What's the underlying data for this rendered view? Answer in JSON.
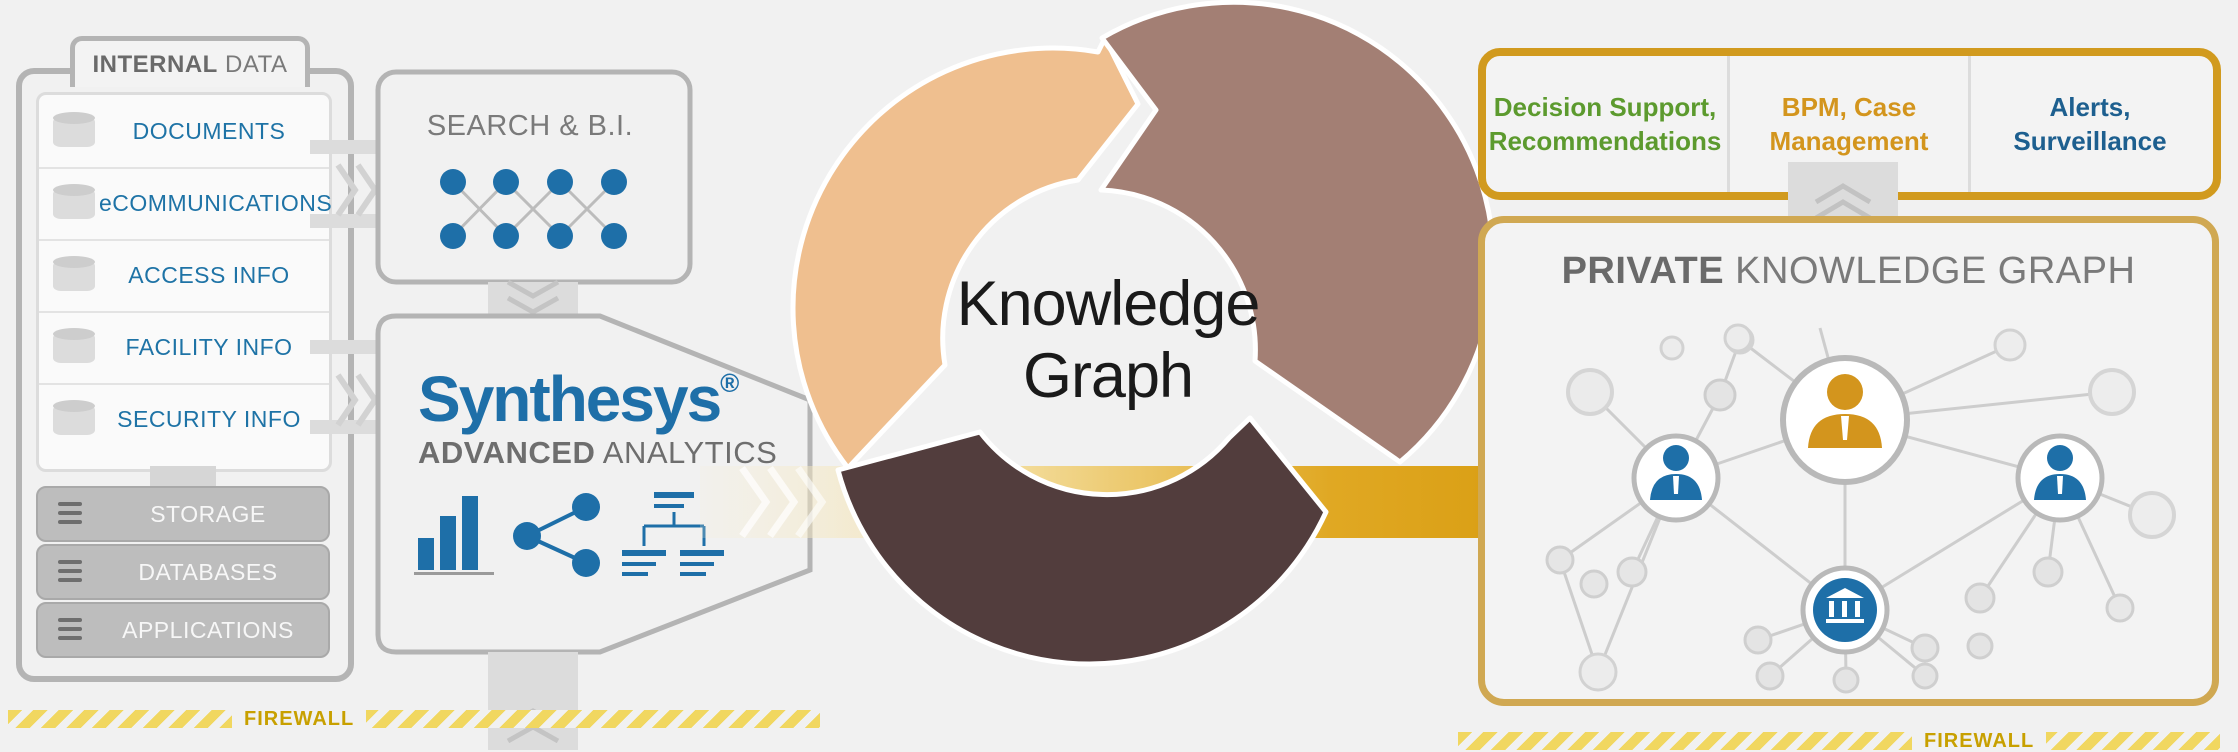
{
  "internal_data": {
    "title_bold": "INTERNAL",
    "title_rest": " DATA",
    "sources": [
      "DOCUMENTS",
      "eCOMMUNICATIONS",
      "ACCESS INFO",
      "FACILITY INFO",
      "SECURITY INFO"
    ],
    "systems": [
      "STORAGE",
      "DATABASES",
      "APPLICATIONS"
    ]
  },
  "search": {
    "title": "SEARCH & B.I."
  },
  "synthesys": {
    "brand": "Synthesys",
    "registered": "®",
    "subtitle_bold": "ADVANCED",
    "subtitle_rest": " ANALYTICS"
  },
  "center": {
    "line1": "Knowledge",
    "line2": "Graph"
  },
  "outcomes": [
    {
      "line1": "Decision Support,",
      "line2": "Recommendations",
      "color": "#5c9a2e"
    },
    {
      "line1": "BPM, Case",
      "line2": "Management",
      "color": "#d3951d"
    },
    {
      "line1": "Alerts,",
      "line2": "Surveillance",
      "color": "#1d5f8f"
    }
  ],
  "private_kg": {
    "title_bold": "PRIVATE",
    "title_rest": " KNOWLEDGE GRAPH"
  },
  "firewall": {
    "left": "FIREWALL",
    "right": "FIREWALL"
  },
  "colors": {
    "accent_gold": "#d69a0c",
    "blue": "#1e6fa8",
    "cycle_light": "#efbf8f",
    "cycle_mid": "#a37f74",
    "cycle_dark": "#523d3d",
    "panel_gray": "#b4b4b4"
  }
}
